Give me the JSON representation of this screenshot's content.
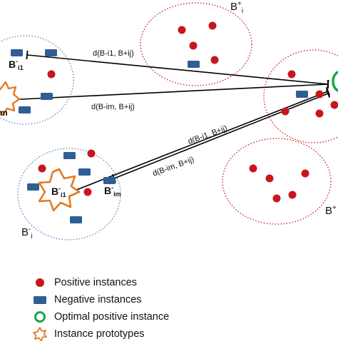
{
  "diagram": {
    "bag_labels": {
      "b_minus_i": {
        "base": "B",
        "sup": "-",
        "sub": "i"
      },
      "b_plus_i_top": {
        "base": "B",
        "sup": "+",
        "sub": "i"
      },
      "b_plus_right": {
        "base": "B",
        "sup": "+"
      }
    },
    "instance_labels": {
      "b_i1_top": {
        "base": "B",
        "sup": "-",
        "sub": "i1"
      },
      "b_im_left": {
        "text": "m"
      },
      "b_i1_star": {
        "base": "B",
        "sup": "-",
        "sub": "i1"
      },
      "b_im_bottom": {
        "base": "B",
        "sup": "-",
        "sub": "im"
      }
    },
    "distance_labels": [
      {
        "text": "d(B-i1, B+ij)"
      },
      {
        "text": "d(B-im, B+ij)"
      },
      {
        "text": "d(B-i1, B+ij)"
      },
      {
        "text": "d(B-im, B+ij)"
      }
    ]
  },
  "legend": [
    {
      "icon": "red-dot-icon",
      "label": "Positive instances"
    },
    {
      "icon": "blue-rectangle-icon",
      "label": "Negative instances"
    },
    {
      "icon": "green-ring-icon",
      "label": "Optimal positive instance"
    },
    {
      "icon": "orange-star-icon",
      "label": "Instance prototypes"
    }
  ],
  "colors": {
    "positive": "#c8161d",
    "negative": "#2e5e94",
    "optimal": "#1aa64a",
    "prototype": "#e07b28",
    "negative_bag_outline": "#4a86c5",
    "positive_bag_outline": "#c8161d"
  }
}
